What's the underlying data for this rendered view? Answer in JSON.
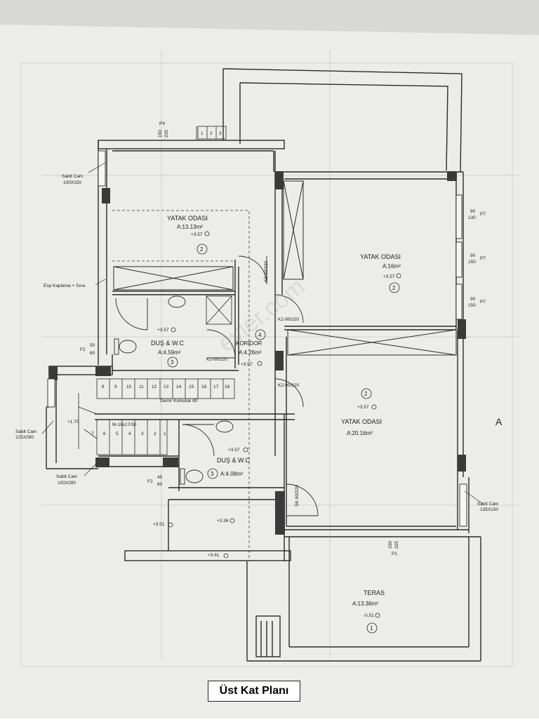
{
  "caption": "Üst Kat Planı",
  "watermark": "evler.com",
  "section_marker": "A",
  "rooms": [
    {
      "name": "YATAK ODASI",
      "area": "A:13.13m²",
      "level": "+3.57",
      "num": "2"
    },
    {
      "name": "YATAK ODASI",
      "area": "A:16m²",
      "level": "+3.57",
      "num": "2"
    },
    {
      "name": "DUŞ & W.C",
      "area": "A:4.59m²",
      "level": "+3.57",
      "num": "3"
    },
    {
      "name": "KORİDOR",
      "area": "A:4.26m²",
      "level": "+3.57",
      "num": "4"
    },
    {
      "name": "YATAK ODASI",
      "area": "A:20.16m²",
      "level": "+3.57",
      "num": "2"
    },
    {
      "name": "DUŞ & W.C",
      "area": "A:4.08m²",
      "level": "+3.57",
      "num": "3"
    },
    {
      "name": "TERAS",
      "area": "A:13.36m²",
      "level": "-0.51",
      "num": "1"
    }
  ],
  "windows": [
    {
      "label": "Sabit Cam",
      "size": "100X150"
    },
    {
      "label": "Sabit Cam",
      "size": "125X280"
    },
    {
      "label": "Sabit Cam",
      "size": "100X280"
    },
    {
      "label": "Sabit Cam",
      "size": "135X150"
    }
  ],
  "doors": [
    "K2-90/220",
    "K2-90/220",
    "K2-90/220",
    "K2-90/220",
    "SK-90/220"
  ],
  "window_marks": [
    {
      "top": "90",
      "bottom": "130",
      "tag": "P7"
    },
    {
      "top": "90",
      "bottom": "150",
      "tag": "P7"
    },
    {
      "top": "90",
      "bottom": "150",
      "tag": "P7"
    },
    {
      "top": "50",
      "bottom": "60",
      "tag": "F2"
    },
    {
      "top": "45",
      "bottom": "60",
      "tag": "F2"
    },
    {
      "top": "150",
      "bottom": "225",
      "tag": "P4"
    },
    {
      "top": "150",
      "bottom": "325",
      "tag": "P1"
    }
  ],
  "notes": {
    "wall_finish": "Esp Kaplama + Sıva",
    "railing": "Demir Korkuluk 80",
    "stairs": "M-18x17/30",
    "stair_level": "+1.70",
    "level_351": "+3.51",
    "level_336": "+3.36",
    "level_361": "+3.61"
  },
  "stair_steps_top": [
    "8",
    "9",
    "10",
    "11",
    "12",
    "13",
    "14",
    "15",
    "16",
    "17",
    "18"
  ],
  "stair_steps_bottom": [
    "7",
    "6",
    "5",
    "4",
    "3",
    "2",
    "1"
  ],
  "top_steps": [
    "1",
    "2",
    "3"
  ]
}
